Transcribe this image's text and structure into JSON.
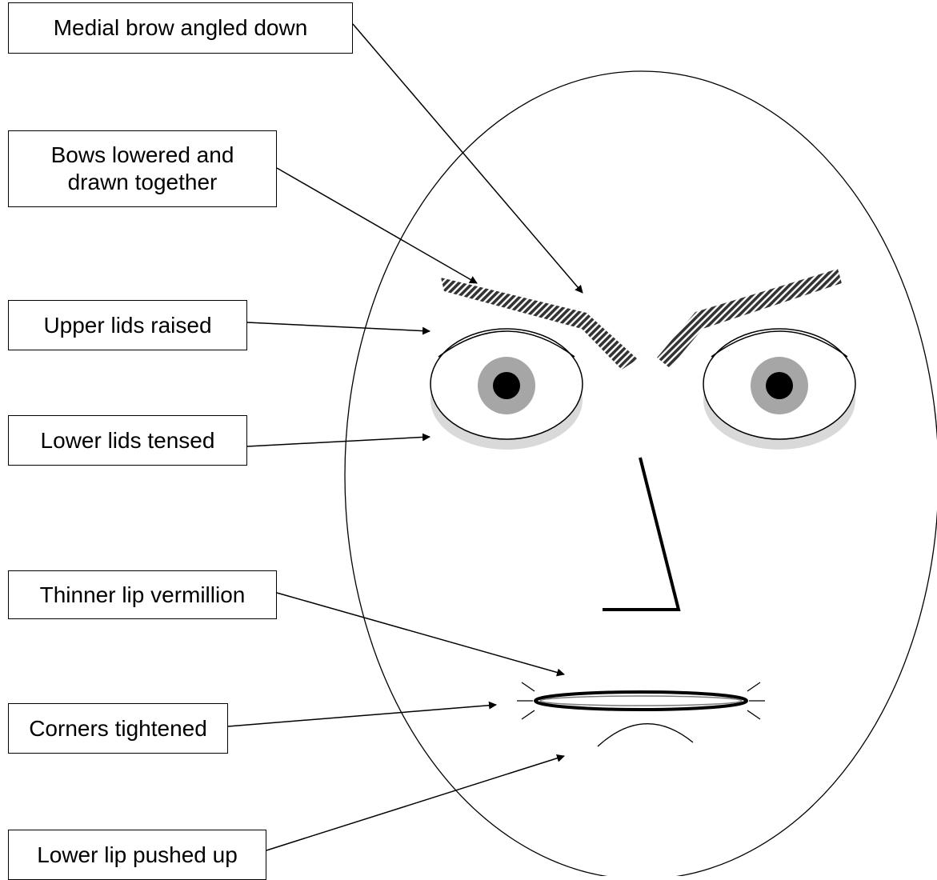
{
  "labels": {
    "medial_brow": "Medial brow angled down",
    "brows_lowered": "Bows lowered and\ndrawn together",
    "upper_lids": "Upper lids raised",
    "lower_lids": "Lower lids tensed",
    "thinner_lip": "Thinner lip vermillion",
    "corners": "Corners tightened",
    "lower_lip": "Lower lip pushed up"
  },
  "colors": {
    "stroke": "#000000",
    "iris": "#a6a6a6",
    "lid_shadow": "#d9d9d9",
    "brow_dark": "#333333",
    "brow_light": "#ffffff"
  }
}
